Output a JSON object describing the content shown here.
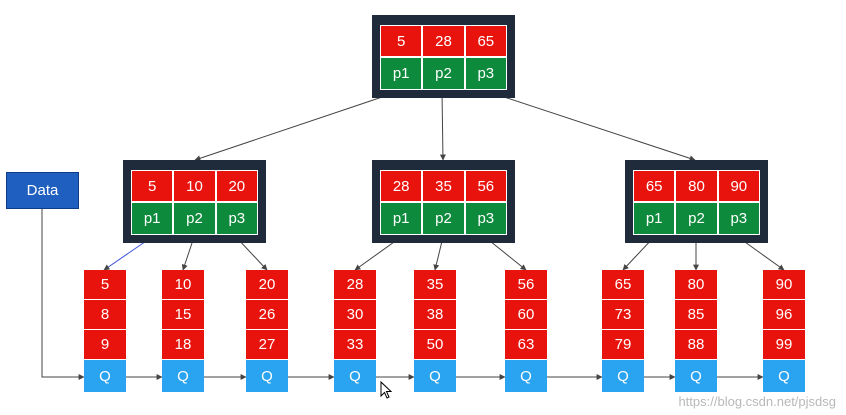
{
  "root": {
    "keys": [
      "5",
      "28",
      "65"
    ],
    "pointers": [
      "p1",
      "p2",
      "p3"
    ]
  },
  "branches": [
    {
      "keys": [
        "5",
        "10",
        "20"
      ],
      "pointers": [
        "p1",
        "p2",
        "p3"
      ]
    },
    {
      "keys": [
        "28",
        "35",
        "56"
      ],
      "pointers": [
        "p1",
        "p2",
        "p3"
      ]
    },
    {
      "keys": [
        "65",
        "80",
        "90"
      ],
      "pointers": [
        "p1",
        "p2",
        "p3"
      ]
    }
  ],
  "leaves": [
    {
      "keys": [
        "5",
        "8",
        "9"
      ],
      "link": "Q"
    },
    {
      "keys": [
        "10",
        "15",
        "18"
      ],
      "link": "Q"
    },
    {
      "keys": [
        "20",
        "26",
        "27"
      ],
      "link": "Q"
    },
    {
      "keys": [
        "28",
        "30",
        "33"
      ],
      "link": "Q"
    },
    {
      "keys": [
        "35",
        "38",
        "50"
      ],
      "link": "Q"
    },
    {
      "keys": [
        "56",
        "60",
        "63"
      ],
      "link": "Q"
    },
    {
      "keys": [
        "65",
        "73",
        "79"
      ],
      "link": "Q"
    },
    {
      "keys": [
        "80",
        "85",
        "88"
      ],
      "link": "Q"
    },
    {
      "keys": [
        "90",
        "96",
        "99"
      ],
      "link": "Q"
    }
  ],
  "data_label": "Data",
  "watermark": "https://blog.csdn.net/pjsdsg",
  "colors": {
    "key": "#e8130d",
    "pointer": "#0e8a3c",
    "leaf_link": "#2aa3f0",
    "node_frame": "#1f2a3a",
    "data_box": "#1f5fbf"
  }
}
